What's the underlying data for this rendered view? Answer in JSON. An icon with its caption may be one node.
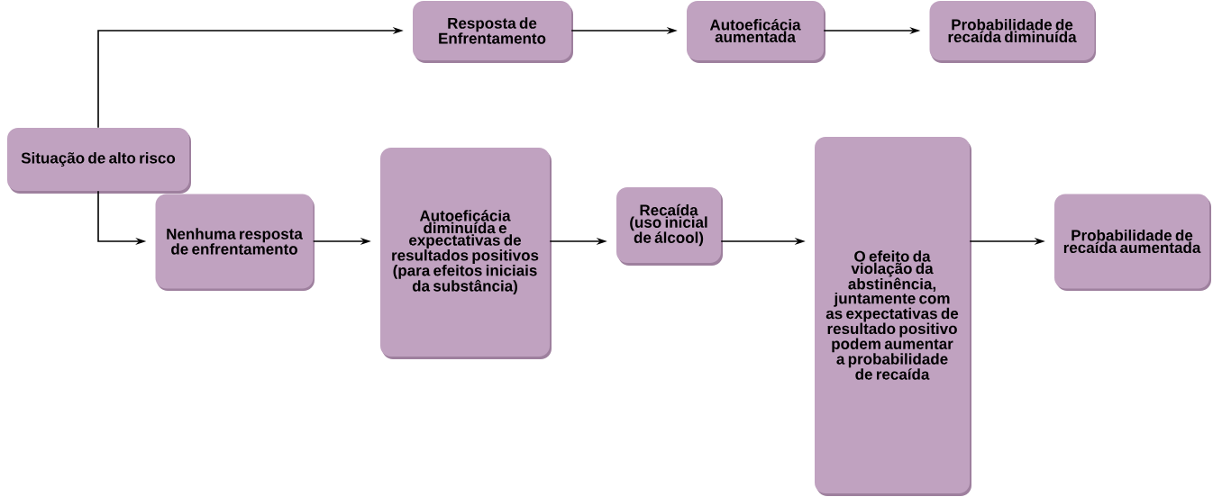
{
  "diagram": {
    "nodes": [
      {
        "text": [
          "Situação de alto risco"
        ]
      },
      {
        "text": [
          "Resposta de Enfrentamento"
        ]
      },
      {
        "text": [
          "Autoeficácia aumentada"
        ]
      },
      {
        "text": [
          "Probabilidade de recaída diminuída"
        ]
      },
      {
        "text": [
          "Nenhuma resposta de enfrentamento"
        ]
      },
      {
        "text": [
          "Autoeficácia diminuída e expectativas de resultados positivos (para efeitos iniciais da substância)"
        ]
      },
      {
        "text": [
          "Recaída (uso inicial de álcool)"
        ]
      },
      {
        "text": [
          "O efeito da violação da abstinência, juntamente com as expectativas de resultado positivo podem aumentar a probabilidade de recaída"
        ]
      },
      {
        "text": [
          "Probabilidade de recaída aumentada"
        ]
      }
    ],
    "edges": [
      {
        "from": 0,
        "to": 1,
        "arrow": "to"
      },
      {
        "from": 1,
        "to": 2,
        "arrow": "to"
      },
      {
        "from": 2,
        "to": 3,
        "arrow": "to"
      },
      {
        "from": 0,
        "to": 4,
        "arrow": "to"
      },
      {
        "from": 4,
        "to": 5,
        "arrow": "to"
      },
      {
        "from": 5,
        "to": 6,
        "arrow": "to"
      },
      {
        "from": 6,
        "to": 7,
        "arrow": "to"
      },
      {
        "from": 7,
        "to": 8,
        "arrow": "to"
      }
    ]
  }
}
